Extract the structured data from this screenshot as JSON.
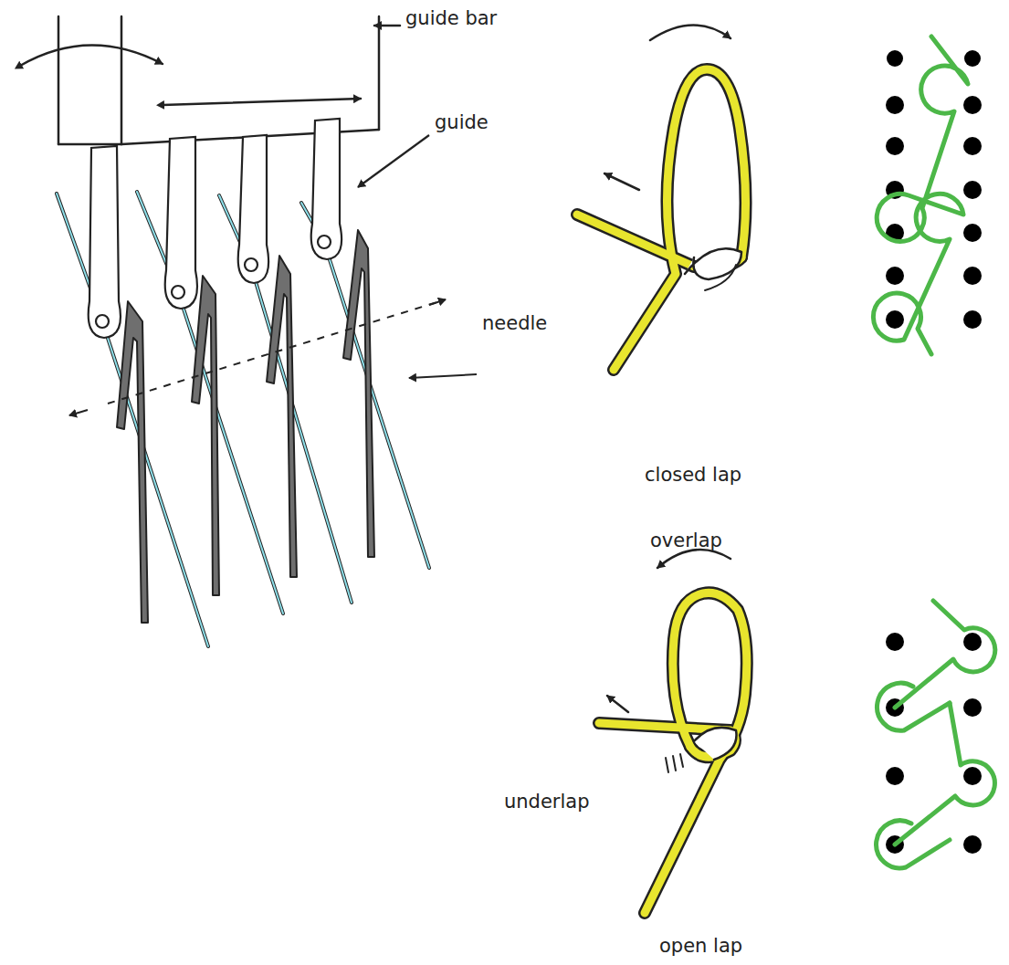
{
  "diagram": {
    "labels": [
      "guide bar",
      "guide",
      "needle",
      "closed lap",
      "overlap",
      "underlap",
      "open lap"
    ]
  }
}
